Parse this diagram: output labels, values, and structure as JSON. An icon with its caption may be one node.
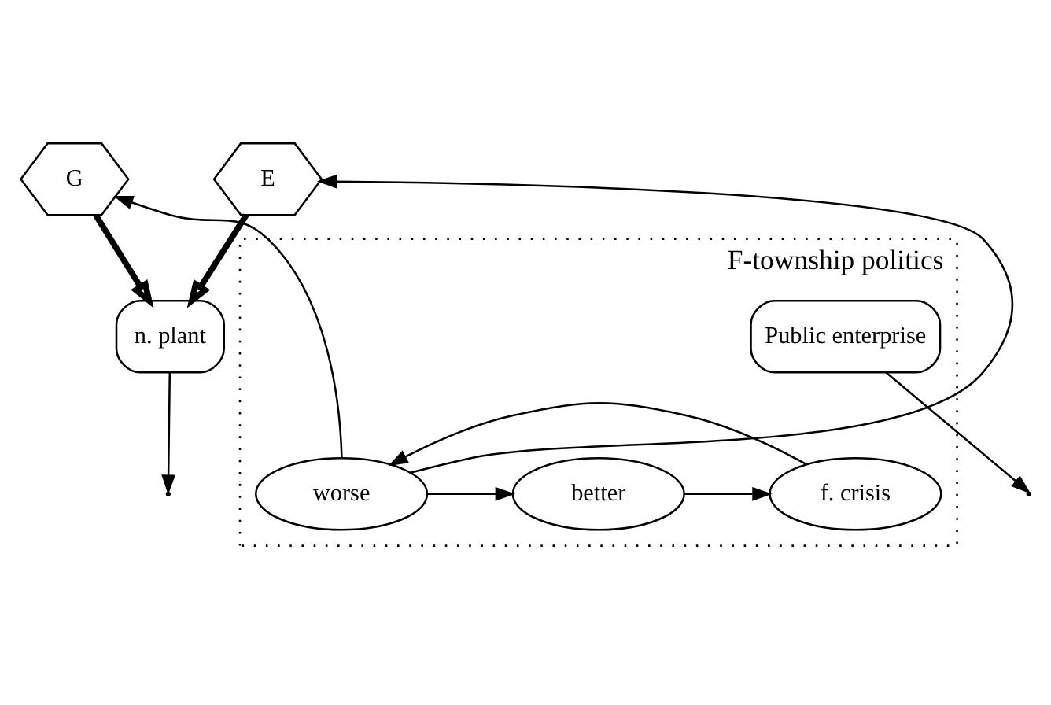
{
  "diagram": {
    "nodes": [
      {
        "text": [
          "G"
        ]
      },
      {
        "text": [
          "E"
        ]
      },
      {
        "text": [
          "n. plant"
        ]
      },
      {
        "text": [
          "F-township politics"
        ]
      },
      {
        "text": [
          "Public enterprise"
        ],
        "in": 3
      },
      {
        "text": [
          "worse"
        ],
        "in": 3
      },
      {
        "text": [
          "better"
        ],
        "in": 3
      },
      {
        "text": [
          "f. crisis"
        ],
        "in": 3
      }
    ],
    "edges": [
      {
        "from": 5,
        "to": 0,
        "arrow": "to"
      },
      {
        "from": 5,
        "to": 1,
        "arrow": "to"
      },
      {
        "from": 0,
        "to": 2,
        "arrow": "to",
        "style": "thick"
      },
      {
        "from": 1,
        "to": 2,
        "arrow": "to",
        "style": "thick"
      },
      {
        "from": 5,
        "to": 6,
        "arrow": "to"
      },
      {
        "from": 6,
        "to": 7,
        "arrow": "to"
      },
      {
        "from": 2,
        "to": null,
        "arrow": "to"
      },
      {
        "from": 4,
        "to": null,
        "arrow": "to"
      },
      {
        "from": 7,
        "to": 5,
        "arrow": "to"
      }
    ]
  }
}
